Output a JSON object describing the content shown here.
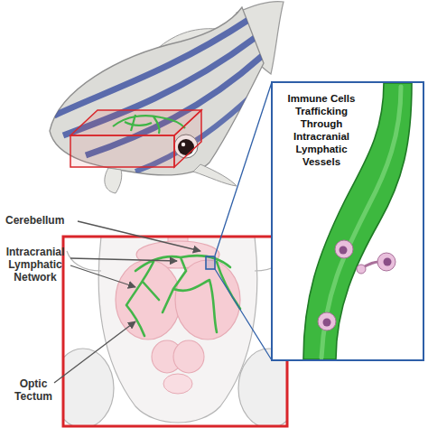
{
  "diagram": {
    "nodes": [
      {
        "text": [
          "Immune Cells Trafficking Through Intracranial Lymphatic Vessels"
        ]
      }
    ],
    "edges": [],
    "labels": [
      "Cerebellum",
      "Intracranial Lymphatic Network",
      "Optic Tectum"
    ]
  }
}
